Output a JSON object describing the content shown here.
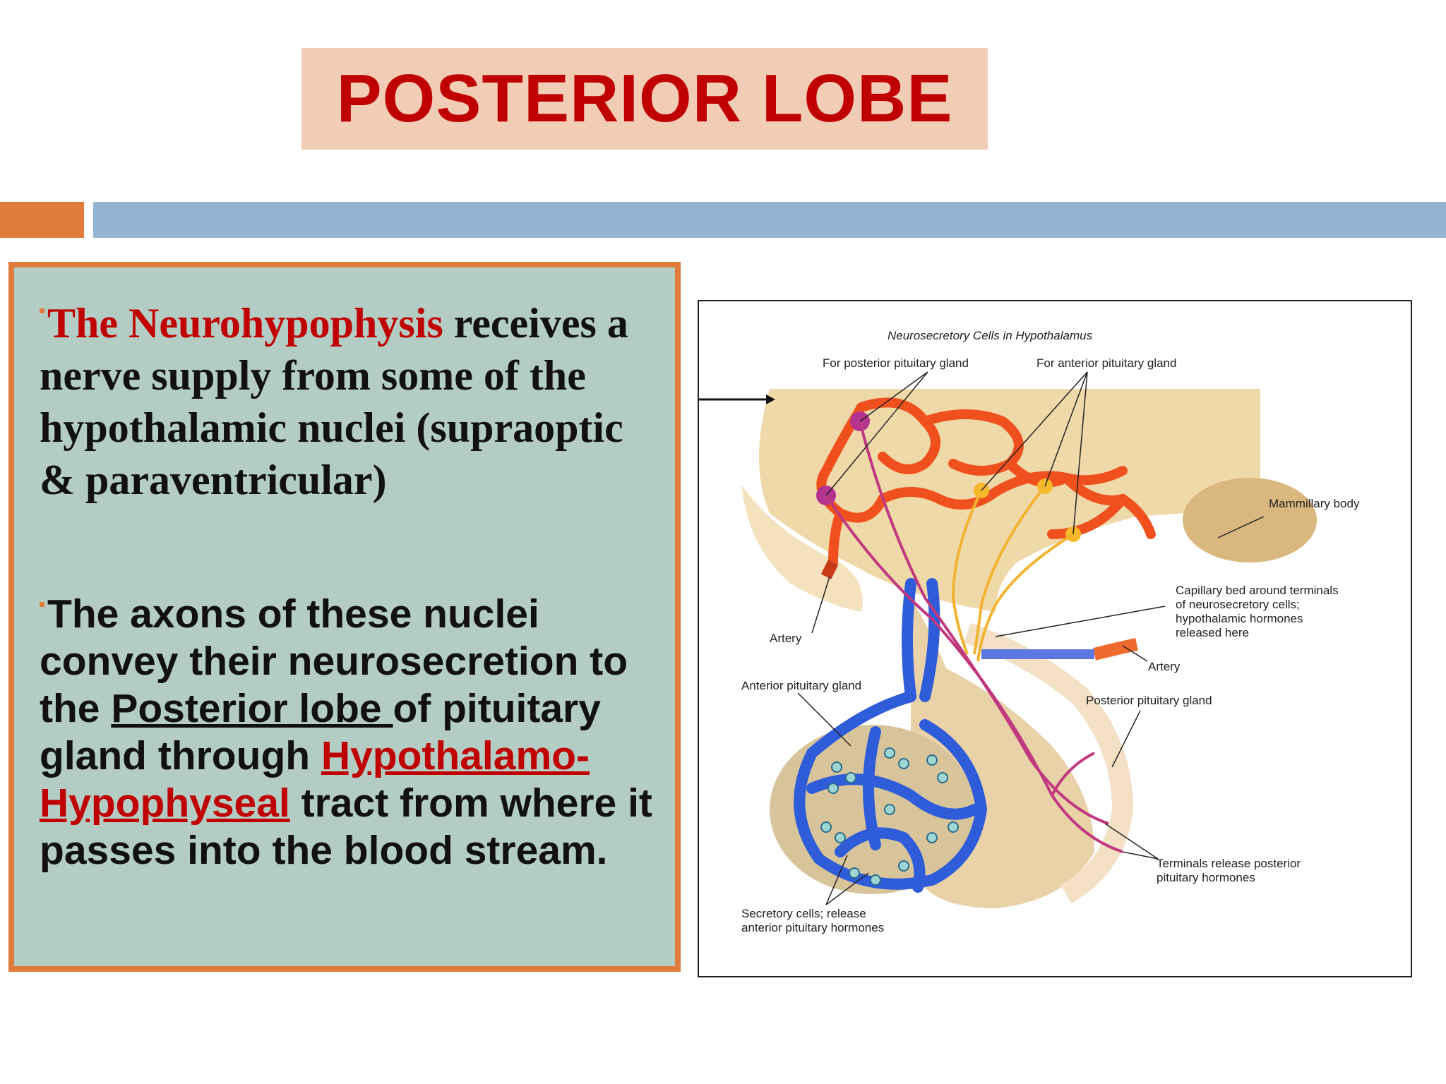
{
  "title": "POSTERIOR LOBE",
  "paragraph1": {
    "highlight": "The Neurohypophysis",
    "rest": "receives a nerve supply from some of the hypothalamic nuclei (supraoptic & paraventricular)"
  },
  "paragraph2": {
    "part1": "The axons of these  nuclei convey their neurosecretion to the ",
    "underlined": "Posterior lobe ",
    "part2": "of pituitary gland through ",
    "link": "Hypothalamo-Hypophyseal",
    "part3": " tract from where it passes into the blood stream."
  },
  "diagram": {
    "heading": "Neurosecretory Cells in Hypothalamus",
    "label_posterior_gland": "For posterior pituitary gland",
    "label_anterior_gland": "For anterior pituitary gland",
    "label_mammillary": "Mammillary body",
    "label_capillary_1": "Capillary bed around terminals",
    "label_capillary_2": "of neurosecretory cells;",
    "label_capillary_3": "hypothalamic hormones",
    "label_capillary_4": "released here",
    "label_artery_left": "Artery",
    "label_artery_right": "Artery",
    "label_anterior_pituitary": "Anterior pituitary gland",
    "label_posterior_pituitary": "Posterior pituitary gland",
    "label_terminals_1": "Terminals release posterior",
    "label_terminals_2": "pituitary hormones",
    "label_secretory_1": "Secretory cells; release",
    "label_secretory_2": "anterior pituitary hormones"
  },
  "colors": {
    "accent_orange": "#e07b3c",
    "accent_blue": "#93b4d3",
    "title_red": "#c00000",
    "title_bg": "#f2cdb5",
    "text_box_bg": "#b3ccc4"
  }
}
